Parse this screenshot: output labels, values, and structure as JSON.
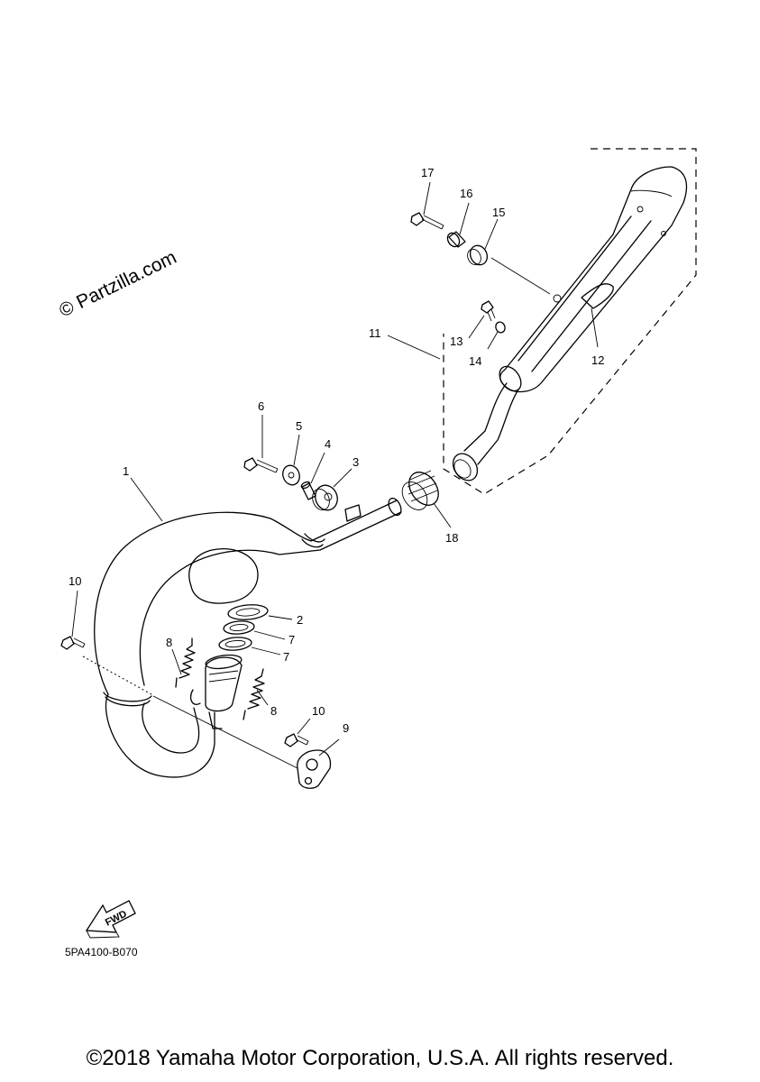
{
  "watermark": "© Partzilla.com",
  "diagram_code": "5PA4100-B070",
  "fwd_label": "FWD",
  "copyright": "©2018 Yamaha Motor Corporation, U.S.A. All rights reserved.",
  "callouts": {
    "c1": "1",
    "c2": "2",
    "c3": "3",
    "c4": "4",
    "c5": "5",
    "c6": "6",
    "c7a": "7",
    "c7b": "7",
    "c8a": "8",
    "c8b": "8",
    "c9": "9",
    "c10a": "10",
    "c10b": "10",
    "c11": "11",
    "c12": "12",
    "c13": "13",
    "c14": "14",
    "c15": "15",
    "c16": "16",
    "c17": "17",
    "c18": "18"
  }
}
